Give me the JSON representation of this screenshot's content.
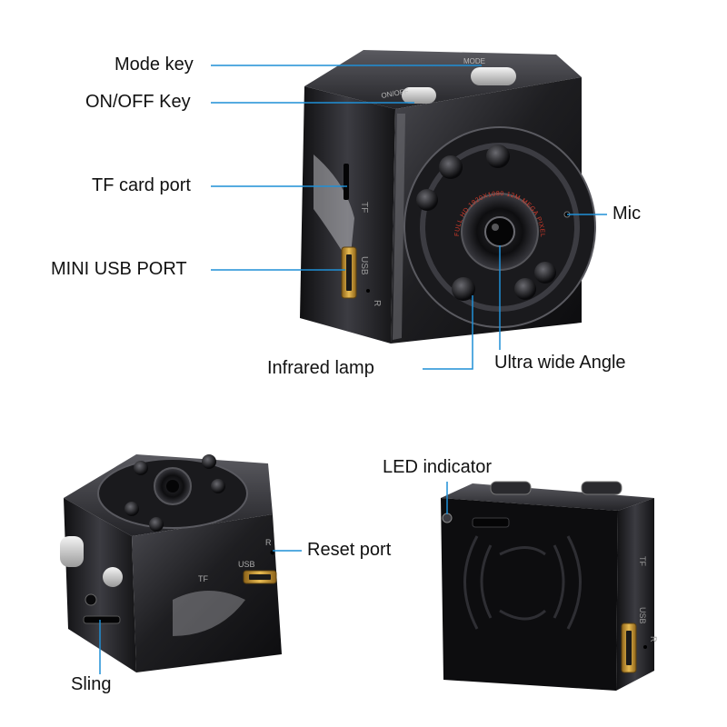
{
  "labels": {
    "mode_key": "Mode key",
    "on_off_key": "ON/OFF Key",
    "tf_card_port": "TF card port",
    "mini_usb_port": "MINI USB PORT",
    "mic": "Mic",
    "infrared_lamp": "Infrared lamp",
    "ultra_wide_angle": "Ultra wide Angle",
    "led_indicator": "LED indicator",
    "reset_port": "Reset port",
    "sling": "Sling"
  },
  "device_markings": {
    "lens_ring_text": "FULL HD 1920X1080 12M MEGA PIXELS",
    "tf": "TF",
    "usb": "USB",
    "r": "R",
    "mode": "MODE",
    "on_off": "ON/OFF"
  },
  "colors": {
    "leader_line": "#1f8fd6",
    "body_dark": "#1c1c1e",
    "body_mid": "#3a3a3e",
    "highlight": "#8a8a90",
    "usb_gold": "#c8962e",
    "lens_text_red": "#d23a2a"
  }
}
